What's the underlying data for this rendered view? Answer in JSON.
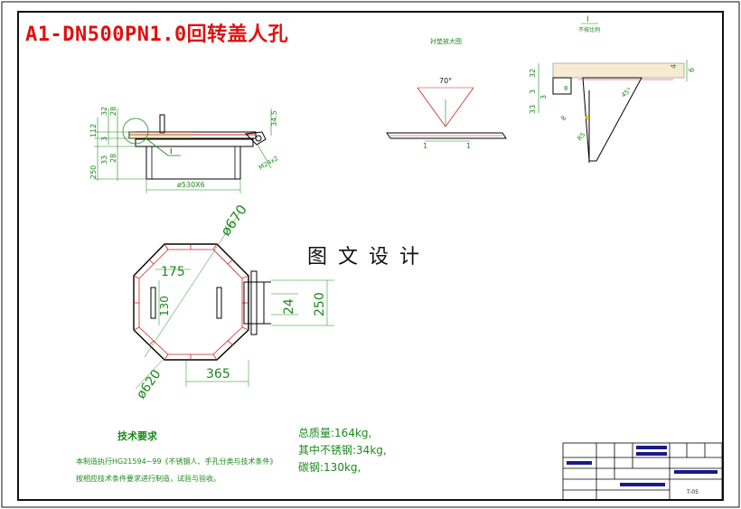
{
  "drawing": {
    "title": "A1-DN500PN1.0回转盖人孔",
    "watermark": "图文设计"
  },
  "views": {
    "front": {
      "dims_left": [
        "112",
        "32",
        "28",
        "3",
        "28",
        "33",
        "250"
      ],
      "dim_right": "34.5",
      "leader_label": "I",
      "diameter": "ø530X6",
      "angle_label": "M24x2"
    },
    "plan": {
      "d_outer": "ø670",
      "d_inner": "ø620",
      "d_175": "175",
      "d_130": "130",
      "d_24": "24",
      "d_250": "250",
      "d_365": "365"
    },
    "gasket": {
      "title": "衬垫放大图",
      "angle": "70°",
      "dim_a": "1",
      "dim_b": "1"
    },
    "detail": {
      "title": "I",
      "subtitle": "不按比例",
      "dims_left": [
        "32",
        "3",
        "33",
        "3"
      ],
      "dims_right": [
        "4",
        "6"
      ],
      "dim_small": "8",
      "dim_angle": "45°",
      "dim_r": "R5",
      "dim_8": "8"
    }
  },
  "tech": {
    "heading": "技术要求",
    "line1": "本制造执行HG21594~99《不锈钢人、手孔分类与技术条件》",
    "line2": "按相应技术条件要求进行制造，试验与验收。"
  },
  "weights": {
    "total": "总质量:164kg,",
    "steel": "其中不锈钢:34kg,",
    "carbon": "碳钢:130kg,"
  },
  "title_block": {
    "drawing_no": "T-05"
  }
}
